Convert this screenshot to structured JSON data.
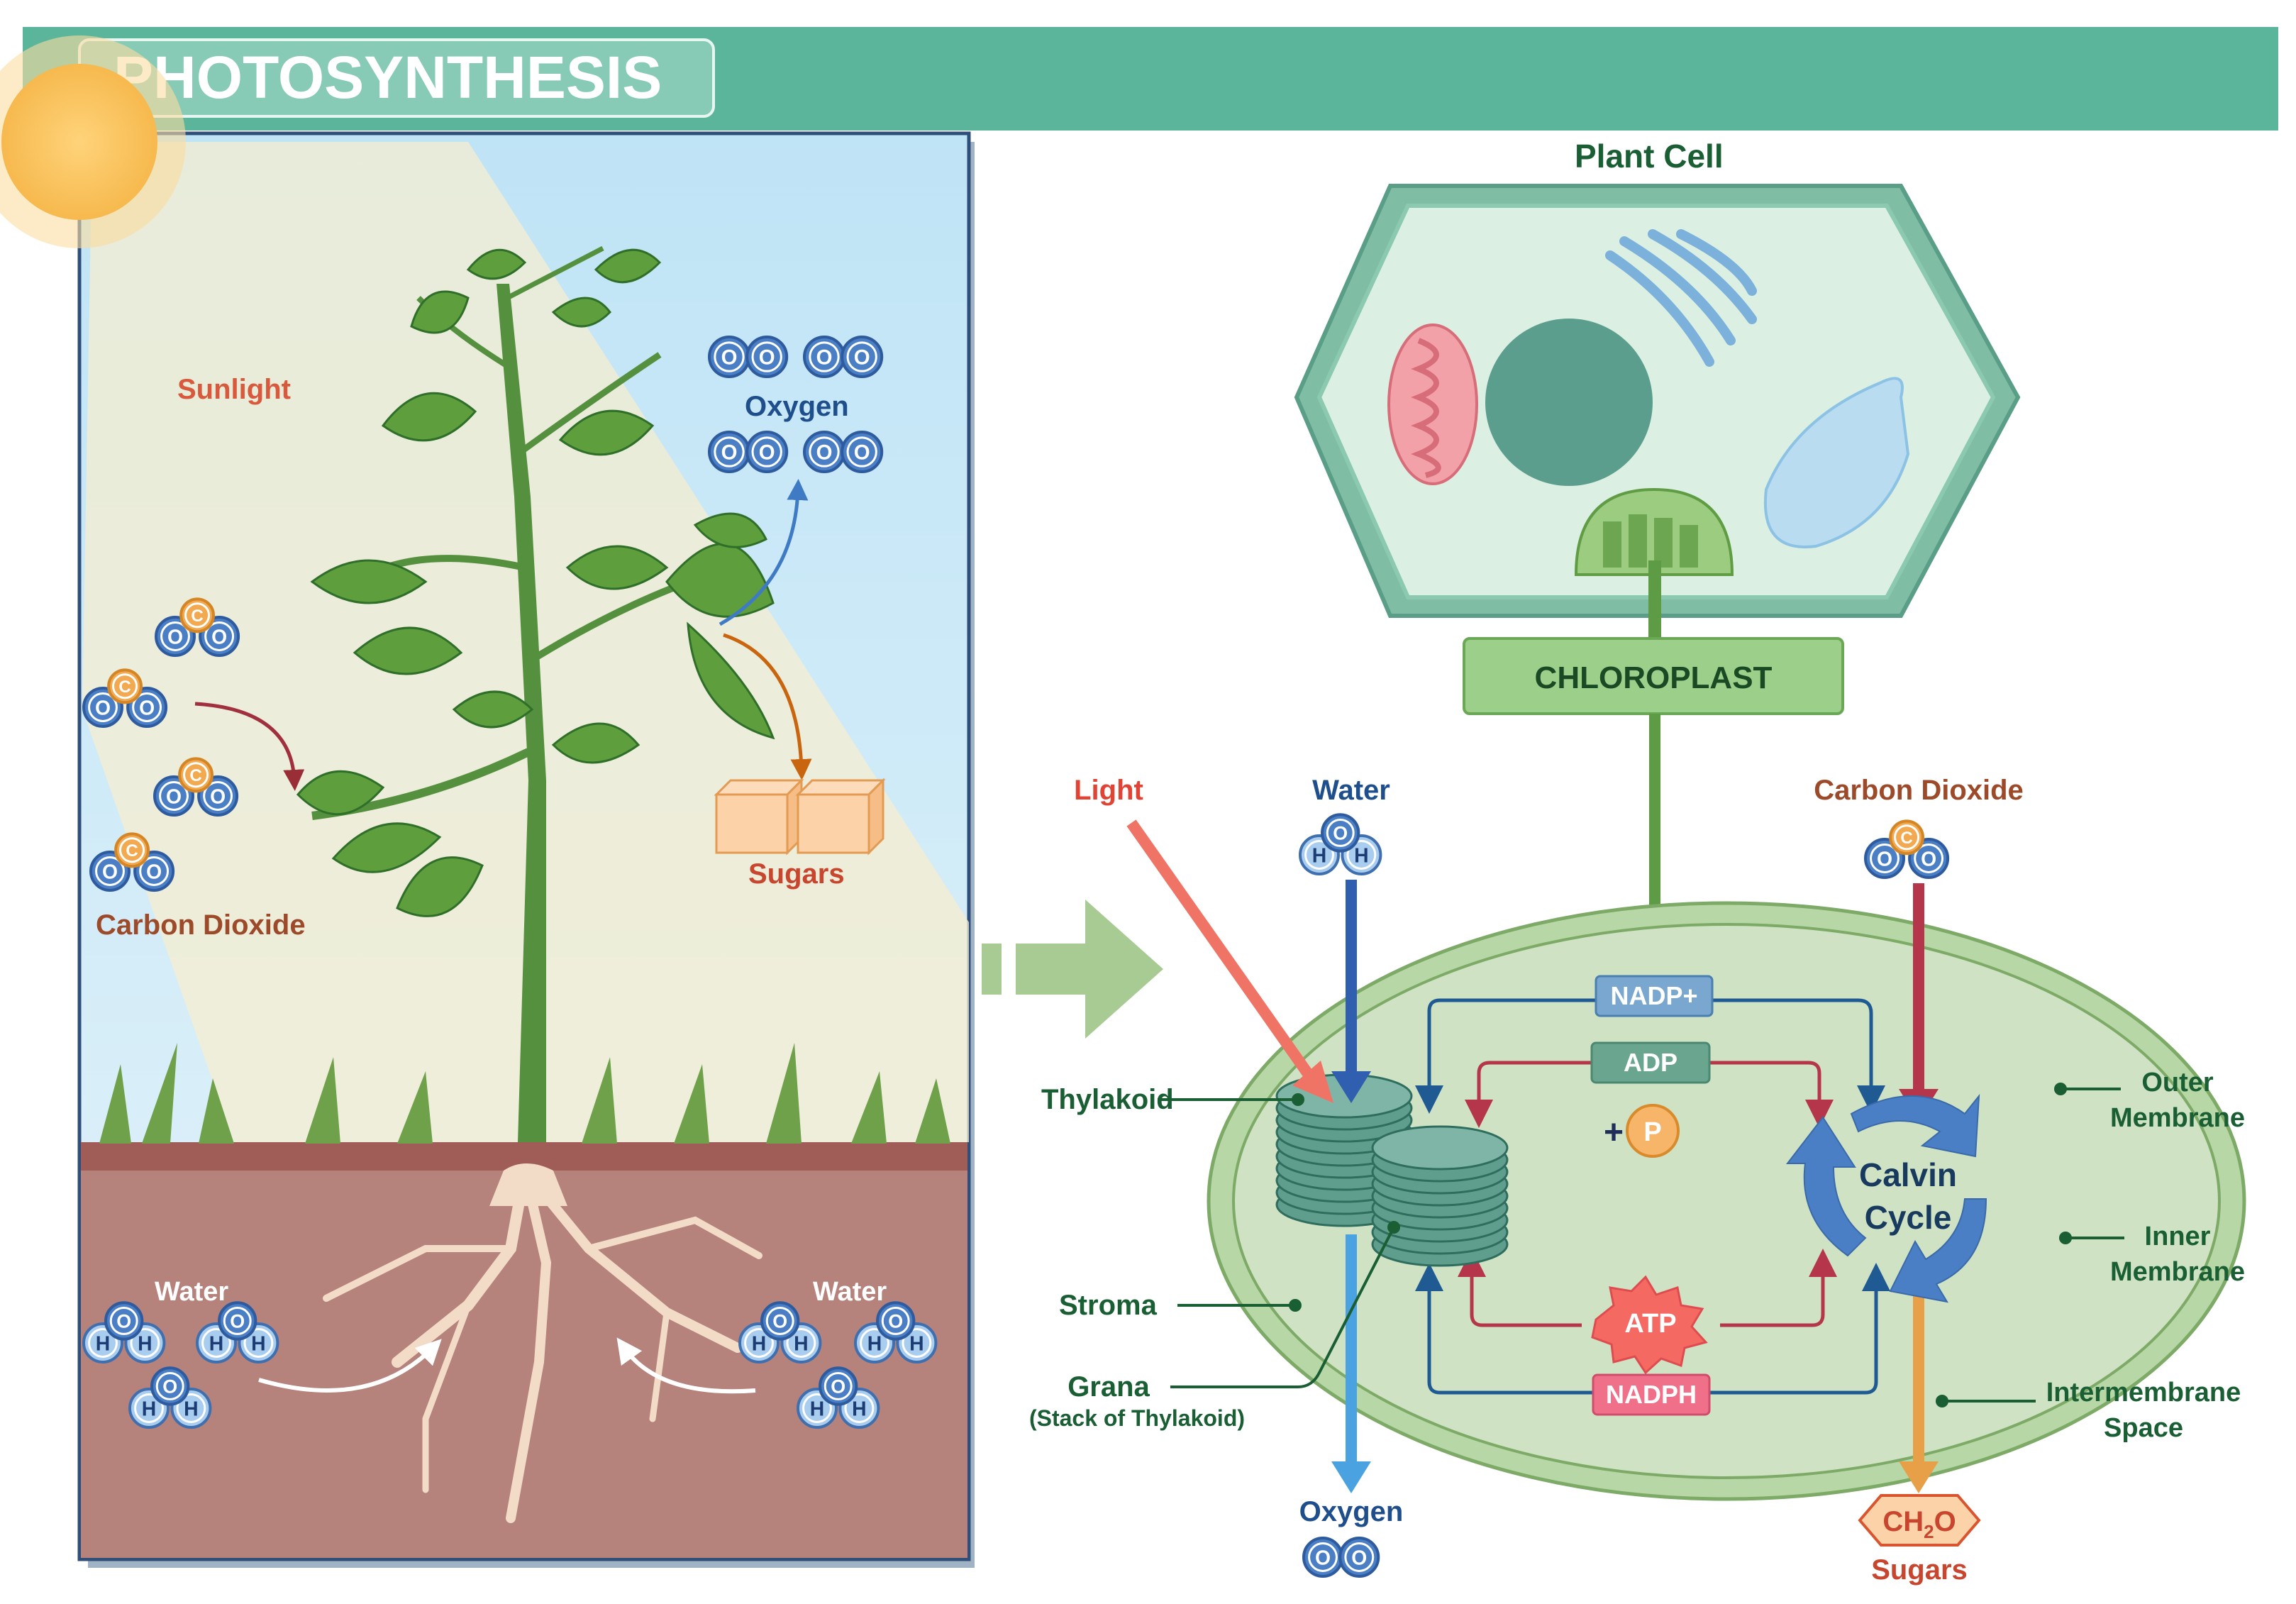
{
  "header": {
    "title": "PHOTOSYNTHESIS"
  },
  "plant_scene": {
    "sunlight": "Sunlight",
    "oxygen": "Oxygen",
    "sugars": "Sugars",
    "carbon_dioxide": "Carbon Dioxide",
    "water_left": "Water",
    "water_right": "Water"
  },
  "cell": {
    "title": "Plant Cell",
    "chloroplast": "CHLOROPLAST"
  },
  "chloroplast": {
    "light": "Light",
    "water": "Water",
    "carbon_dioxide": "Carbon Dioxide",
    "thylakoid": "Thylakoid",
    "stroma": "Stroma",
    "grana": "Grana",
    "grana_sub": "(Stack of Thylakoid)",
    "outer_membrane_1": "Outer",
    "outer_membrane_2": "Membrane",
    "inner_membrane_1": "Inner",
    "inner_membrane_2": "Membrane",
    "intermembrane_1": "Intermembrane",
    "intermembrane_2": "Space",
    "nadp_plus": "NADP+",
    "adp": "ADP",
    "plus_sign": "+",
    "p": "P",
    "atp": "ATP",
    "nadph": "NADPH",
    "calvin_1": "Calvin",
    "calvin_2": "Cycle",
    "oxygen": "Oxygen",
    "ch2o_main": "CH",
    "ch2o_sub": "2",
    "ch2o_end": "O",
    "sugars": "Sugars"
  },
  "atoms": {
    "oxygen": "O",
    "carbon": "C",
    "hydrogen": "H"
  },
  "colors": {
    "header_green": "#5bb59b",
    "sky_blue": "#cfe9f6",
    "soil": "#b5827c",
    "chloroplast_fill": "#cfe2c3",
    "stem_green": "#4f8a3c",
    "oxygen_blue": "#4a7fc6",
    "carbon_orange": "#f2a94f",
    "label_green": "#1a5e34",
    "label_red": "#c8452e",
    "label_blue": "#1f4e8c",
    "label_brown": "#9c4a2a"
  }
}
